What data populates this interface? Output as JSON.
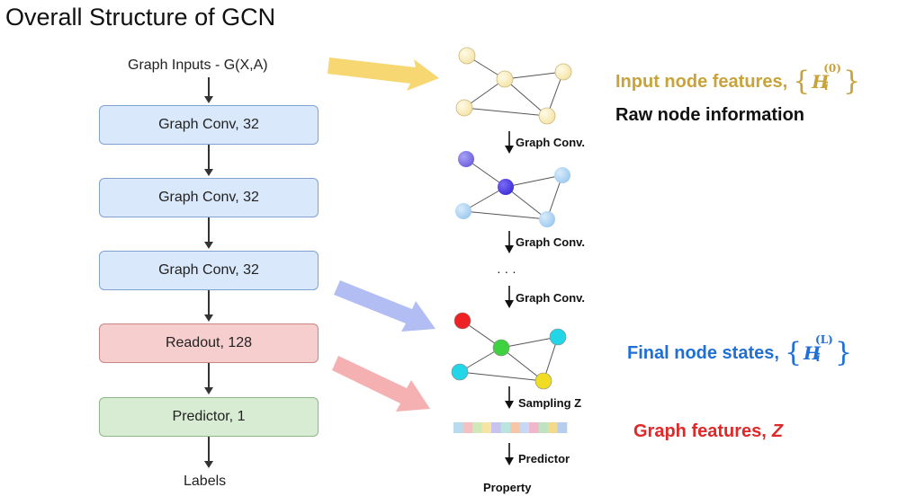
{
  "title": "Overall Structure of GCN",
  "flow": {
    "input": "Graph Inputs - G(X,A)",
    "layers": [
      {
        "label": "Graph Conv, 32",
        "kind": "conv"
      },
      {
        "label": "Graph Conv, 32",
        "kind": "conv"
      },
      {
        "label": "Graph Conv, 32",
        "kind": "conv"
      },
      {
        "label": "Readout, 128",
        "kind": "readout"
      },
      {
        "label": "Predictor, 1",
        "kind": "predictor"
      }
    ],
    "output": "Labels"
  },
  "graph_steps": {
    "conv_1": "Graph Conv.",
    "conv_2": "Graph Conv.",
    "ellipsis": "· · ·",
    "conv_3": "Graph Conv.",
    "sampling": "Sampling Z",
    "predictor": "Predictor",
    "property": "Property"
  },
  "annotations": {
    "input_features": {
      "text": "Input node features,",
      "symbol": "H",
      "sup": "(0)",
      "sub": "i",
      "color": "#c8a23a"
    },
    "raw_info": {
      "text": "Raw node information",
      "color": "#111111"
    },
    "final_states": {
      "text": "Final node states,",
      "symbol": "H",
      "sup": "(L)",
      "sub": "i",
      "color": "#1f6fd6"
    },
    "graph_features": {
      "text": "Graph features,",
      "symbol": "Z",
      "color": "#e02828"
    }
  },
  "colors": {
    "conv_fill": "#dae8fb",
    "readout_fill": "#f7cece",
    "predictor_fill": "#d8ebd3",
    "arrow_yellow": "#f7d56a",
    "arrow_blue": "#a9b6f2",
    "arrow_red": "#f4a8a8",
    "input_node": "#fbefc4",
    "feature_bar": [
      "#b8dcef",
      "#f3c1c1",
      "#cfe8b8",
      "#f7e3a2",
      "#c7c2ee",
      "#b9e4e0",
      "#f6c6a6",
      "#c6d8f4",
      "#efb7c9",
      "#bfe3c1",
      "#f2d98e",
      "#b5cdef"
    ]
  }
}
